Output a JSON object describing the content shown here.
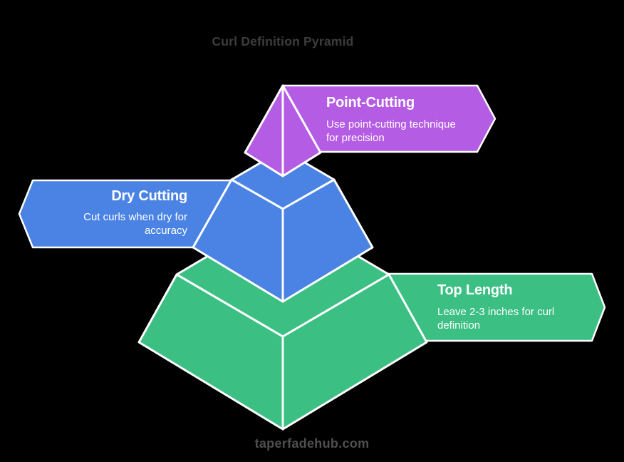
{
  "title": "Curl Definition Pyramid",
  "footer": "taperfadehub.com",
  "colors": {
    "background": "#000000",
    "outline_stroke": "#ffffff",
    "title_text": "#3d3d3d",
    "footer_text": "#4f4f4f",
    "label_text": "#ffffff"
  },
  "tiers": [
    {
      "id": "point-cutting",
      "position": "top",
      "label": "Point-Cutting",
      "description": "Use point-cutting technique\nfor precision",
      "color": "#b55ce4",
      "banner_side": "right"
    },
    {
      "id": "dry-cutting",
      "position": "middle",
      "label": "Dry Cutting",
      "description": "Cut curls when dry for\naccuracy",
      "color": "#4a83e4",
      "banner_side": "left"
    },
    {
      "id": "top-length",
      "position": "bottom",
      "label": "Top Length",
      "description": "Leave 2-3 inches for curl\ndefinition",
      "color": "#3bbf83",
      "banner_side": "right"
    }
  ]
}
